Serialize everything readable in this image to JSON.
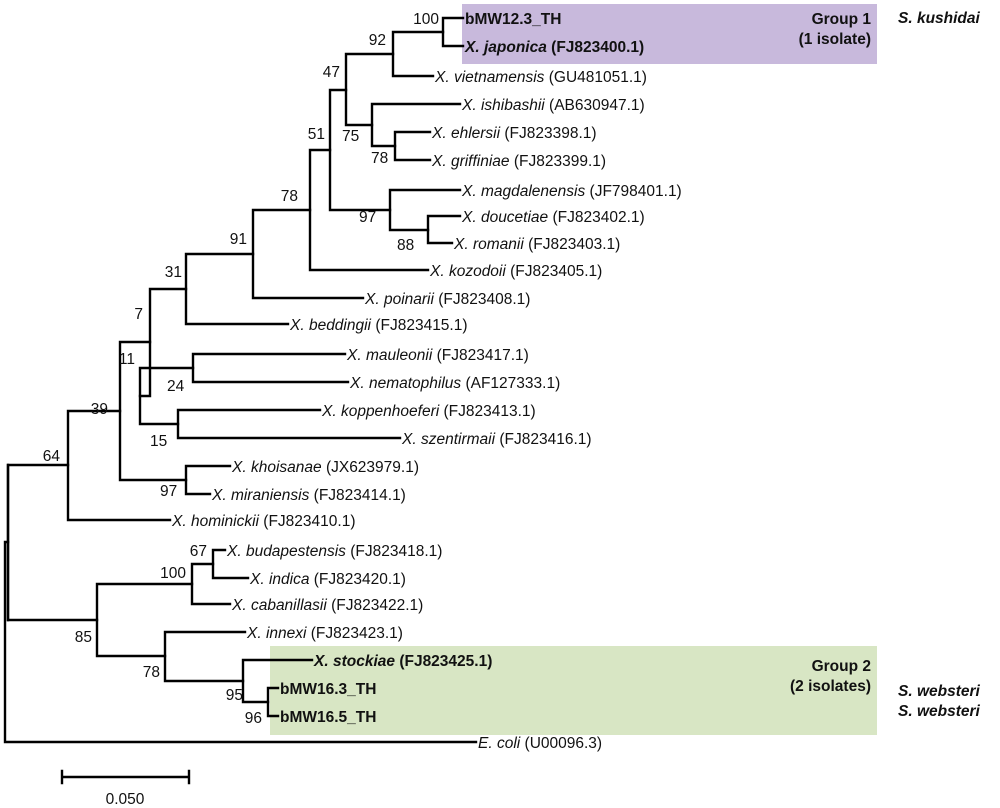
{
  "groups": [
    {
      "title": "Group 1",
      "subtitle": "(1 isolate)",
      "color": "#c8b9dc"
    },
    {
      "title": "Group 2",
      "subtitle": "(2 isolates)",
      "color": "#d8e6c4"
    }
  ],
  "hosts": [
    "S. kushidai",
    "S. websteri",
    "S. websteri"
  ],
  "taxa": [
    {
      "name": "bMW12.3_TH",
      "acc": "",
      "italic": false,
      "bold": true
    },
    {
      "name": "X. japonica",
      "acc": "(FJ823400.1)",
      "italic": true,
      "bold": true
    },
    {
      "name": "X. vietnamensis",
      "acc": "(GU481051.1)",
      "italic": true,
      "bold": false
    },
    {
      "name": "X. ishibashii",
      "acc": "(AB630947.1)",
      "italic": true,
      "bold": false
    },
    {
      "name": "X. ehlersii",
      "acc": "(FJ823398.1)",
      "italic": true,
      "bold": false
    },
    {
      "name": "X. griffiniae",
      "acc": "(FJ823399.1)",
      "italic": true,
      "bold": false
    },
    {
      "name": "X. magdalenensis",
      "acc": "(JF798401.1)",
      "italic": true,
      "bold": false
    },
    {
      "name": "X. doucetiae",
      "acc": "(FJ823402.1)",
      "italic": true,
      "bold": false
    },
    {
      "name": "X. romanii",
      "acc": "(FJ823403.1)",
      "italic": true,
      "bold": false
    },
    {
      "name": "X. kozodoii",
      "acc": "(FJ823405.1)",
      "italic": true,
      "bold": false
    },
    {
      "name": "X. poinarii",
      "acc": "(FJ823408.1)",
      "italic": true,
      "bold": false
    },
    {
      "name": "X. beddingii",
      "acc": "(FJ823415.1)",
      "italic": true,
      "bold": false
    },
    {
      "name": "X. mauleonii",
      "acc": "(FJ823417.1)",
      "italic": true,
      "bold": false
    },
    {
      "name": "X. nematophilus",
      "acc": "(AF127333.1)",
      "italic": true,
      "bold": false
    },
    {
      "name": "X. koppenhoeferi",
      "acc": "(FJ823413.1)",
      "italic": true,
      "bold": false
    },
    {
      "name": "X. szentirmaii",
      "acc": "(FJ823416.1)",
      "italic": true,
      "bold": false
    },
    {
      "name": "X. khoisanae",
      "acc": "(JX623979.1)",
      "italic": true,
      "bold": false
    },
    {
      "name": "X. miraniensis",
      "acc": "(FJ823414.1)",
      "italic": true,
      "bold": false
    },
    {
      "name": "X. hominickii",
      "acc": " (FJ823410.1)",
      "italic": true,
      "bold": false
    },
    {
      "name": "X. budapestensis",
      "acc": "(FJ823418.1)",
      "italic": true,
      "bold": false
    },
    {
      "name": "X. indica",
      "acc": "(FJ823420.1)",
      "italic": true,
      "bold": false
    },
    {
      "name": "X. cabanillasii",
      "acc": "(FJ823422.1)",
      "italic": true,
      "bold": false
    },
    {
      "name": "X. innexi",
      "acc": "(FJ823423.1)",
      "italic": true,
      "bold": false
    },
    {
      "name": "X. stockiae",
      "acc": "(FJ823425.1)",
      "italic": true,
      "bold": true
    },
    {
      "name": "bMW16.3_TH",
      "acc": "",
      "italic": false,
      "bold": true
    },
    {
      "name": "bMW16.5_TH",
      "acc": "",
      "italic": false,
      "bold": true
    },
    {
      "name": "E. coli",
      "acc": "(U00096.3)",
      "italic": true,
      "bold": false
    }
  ],
  "bootstrap": [
    "100",
    "92",
    "47",
    "75",
    "78",
    "51",
    "97",
    "88",
    "78",
    "91",
    "31",
    "7",
    "11",
    "24",
    "15",
    "39",
    "97",
    "64",
    "67",
    "100",
    "85",
    "78",
    "95",
    "96"
  ],
  "scale": {
    "label": "0.050"
  }
}
